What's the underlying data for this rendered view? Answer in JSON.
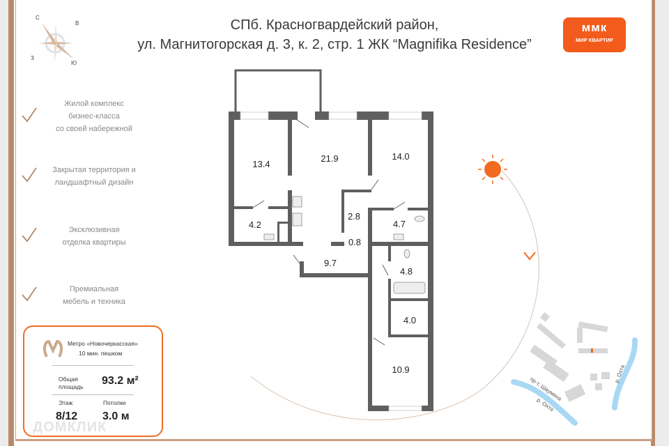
{
  "header": {
    "line1": "СПб. Красногвардейский район,",
    "line2": "ул. Магнитогорская д. 3, к. 2, стр. 1 ЖК “Magnifika Residence”"
  },
  "logo": {
    "mark": "ммк",
    "text": "МИР КВАРТИР"
  },
  "compass": {
    "n": "С",
    "e": "В",
    "w": "З",
    "s": "Ю"
  },
  "features": [
    {
      "lines": [
        "Жилой комплекс",
        "бизнес-класса",
        "со своей набережной"
      ]
    },
    {
      "lines": [
        "Закрытая территория и",
        "ландшафтный дизайн"
      ]
    },
    {
      "lines": [
        "Эксклюзивная",
        "отделка квартиры"
      ]
    },
    {
      "lines": [
        "Премиальная",
        "мебель и техника"
      ]
    }
  ],
  "info": {
    "metro_line1": "Метро «Новочеркасская»",
    "metro_line2": "10 мин. пешком",
    "area_label_1": "Общая",
    "area_label_2": "площадь",
    "area_value": "93.2 м²",
    "floor_label": "Этаж",
    "floor_value": "8/12",
    "ceiling_label": "Потолки",
    "ceiling_value": "3.0 м",
    "watermark": "ДОМКЛИК"
  },
  "rooms": {
    "r1": "13.4",
    "r2": "21.9",
    "r3": "14.0",
    "r4": "4.2",
    "r5": "2.8",
    "r6": "4.7",
    "r7": "0.8",
    "r8": "9.7",
    "r9": "4.8",
    "r10": "4.0",
    "r11": "10.9"
  },
  "map": {
    "street": "пр-т. Шаумяна",
    "river1": "р. Охта",
    "river2": "р. Охта"
  },
  "colors": {
    "accent": "#f26b21",
    "frame": "#b98a6a",
    "wall": "#5f5f5f"
  }
}
